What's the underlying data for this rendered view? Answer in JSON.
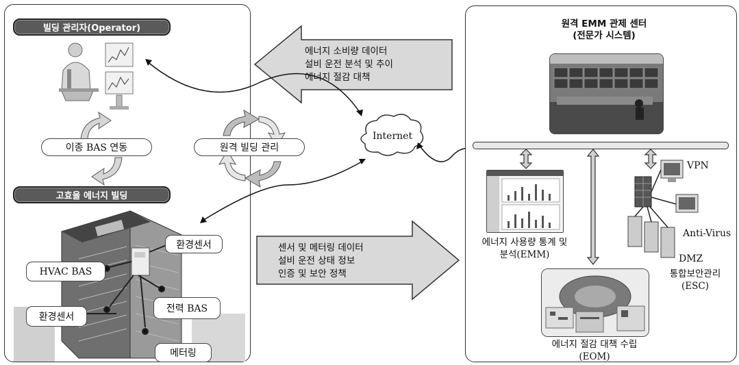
{
  "operator_header": "빌딩 관리자(Operator)",
  "building_header": "고효율 에너지 빌딩",
  "bas_link": "이종 BAS 연동",
  "remote_mgmt": "원격 빌딩 관리",
  "internet": "Internet",
  "top_arrow_lines": [
    "에너지 소비량 데이터",
    "설비 운전 분석 및 추이",
    "에너지 절감 대책"
  ],
  "bottom_arrow_lines": [
    "센서 및 메터링 데이터",
    "설비 운전 상태 정보",
    "인증 및 보안 정책"
  ],
  "building_labels": {
    "env_sensor_top": "환경센서",
    "hvac_bas": "HVAC BAS",
    "power_bas": "전력 BAS",
    "env_sensor_left": "환경센서",
    "metering": "메터링"
  },
  "center_title": [
    "원격 EMM 관제 센터",
    "(전문가 시스템)"
  ],
  "emm_caption": [
    "에너지 사용량 통계 및",
    "분석(EMM)"
  ],
  "eom_caption": [
    "에너지 절감 대책 수립",
    "(EOM)"
  ],
  "security": {
    "vpn": "VPN",
    "antivirus": "Anti-Virus",
    "dmz": "DMZ",
    "esc": [
      "통합보안관리",
      "(ESC)"
    ]
  }
}
